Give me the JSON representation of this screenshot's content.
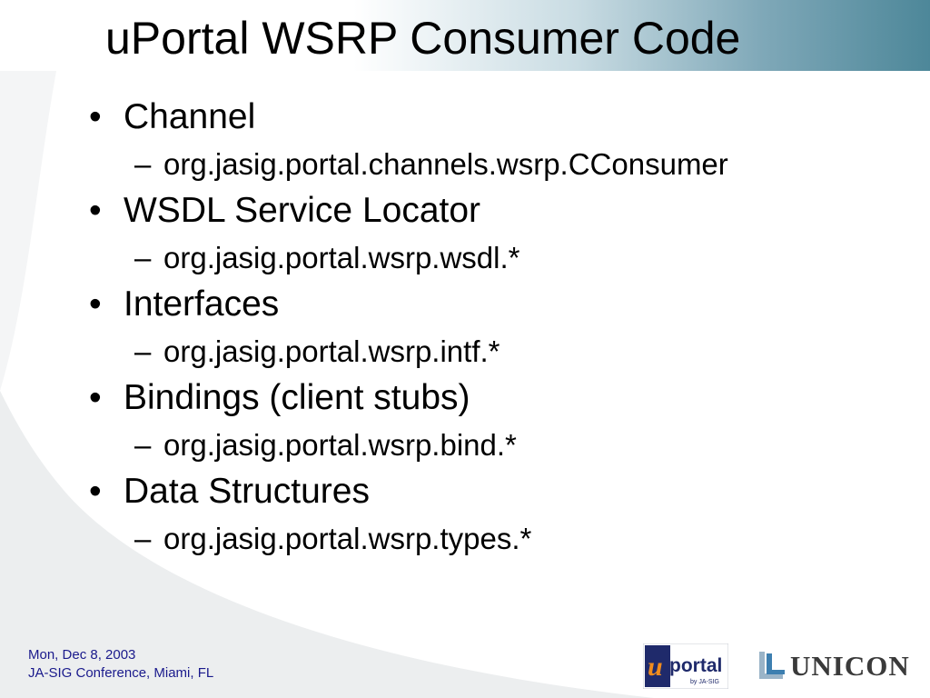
{
  "slide": {
    "title": "uPortal WSRP Consumer Code",
    "bullet_glyph": "•",
    "dash_glyph": "–",
    "items": [
      {
        "label": "Channel",
        "sub": "org.jasig.portal.channels.wsrp.CConsumer"
      },
      {
        "label": "WSDL Service Locator",
        "sub": "org.jasig.portal.wsrp.wsdl.*"
      },
      {
        "label": "Interfaces",
        "sub": "org.jasig.portal.wsrp.intf.*"
      },
      {
        "label": "Bindings (client stubs)",
        "sub": "org.jasig.portal.wsrp.bind.*"
      },
      {
        "label": "Data Structures",
        "sub": "org.jasig.portal.wsrp.types.*"
      }
    ]
  },
  "footer": {
    "date": "Mon, Dec 8, 2003",
    "event": "JA-SIG Conference, Miami, FL"
  },
  "logos": {
    "uportal": {
      "letter": "u",
      "word": "portal",
      "tagline": "by JA-SIG"
    },
    "unicon": {
      "word": "UNICON"
    }
  },
  "colors": {
    "title_band_end": "#4d8799",
    "footer_text": "#1a1a8c",
    "uportal_navy": "#1f2a6b",
    "uportal_orange": "#f08c1e",
    "unicon_blue": "#3d7fb0"
  }
}
